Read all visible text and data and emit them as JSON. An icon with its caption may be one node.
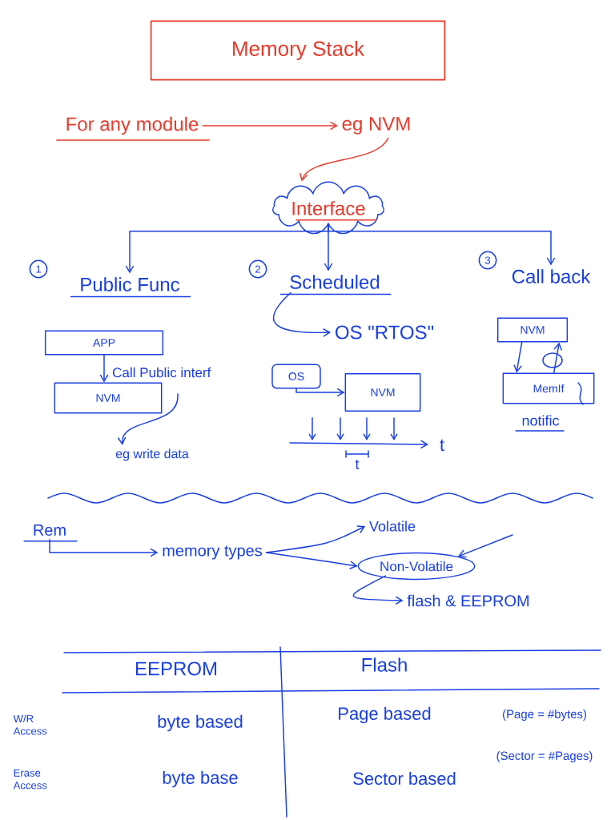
{
  "diagram": {
    "nodes": [
      {
        "text": [
          "Memory Stack"
        ]
      },
      {
        "text": [
          "For any module"
        ]
      },
      {
        "text": [
          "eg NVM"
        ]
      },
      {
        "text": [
          "Interface"
        ]
      },
      {
        "text": [
          "Public Func"
        ],
        "beside": [
          "1"
        ]
      },
      {
        "text": [
          "Scheduled"
        ],
        "beside": [
          "2"
        ]
      },
      {
        "text": [
          "Call back"
        ],
        "beside": [
          "3"
        ]
      },
      {
        "text": [
          "APP"
        ]
      },
      {
        "text": [
          "NVM"
        ]
      },
      {
        "text": [
          "eg write data"
        ]
      },
      {
        "text": [
          "OS \"RTOS\""
        ]
      },
      {
        "text": [
          "OS"
        ]
      },
      {
        "text": [
          "NVM"
        ]
      },
      {
        "text": [
          "NVM"
        ]
      },
      {
        "text": [
          "MemIf"
        ],
        "beside": [
          "notific"
        ]
      },
      {
        "text": [
          "Rem"
        ]
      },
      {
        "text": [
          "memory types"
        ]
      },
      {
        "text": [
          "Volatile"
        ]
      },
      {
        "text": [
          "Non-Volatile"
        ]
      },
      {
        "text": [
          "flash & EEPROM"
        ]
      }
    ],
    "edges": [
      {
        "from": 1,
        "to": 2,
        "arrow": "to",
        "color": "#e53b2c"
      },
      {
        "from": 2,
        "to": 3,
        "arrow": "to",
        "color": "#e53b2c"
      },
      {
        "from": 3,
        "to": 4,
        "arrow": "to"
      },
      {
        "from": 3,
        "to": 5,
        "arrow": "to"
      },
      {
        "from": 3,
        "to": 6,
        "arrow": "to"
      },
      {
        "from": 7,
        "to": 8,
        "arrow": "to",
        "label": "Call Public interf"
      },
      {
        "from": null,
        "to": 9,
        "arrow": "to"
      },
      {
        "from": 5,
        "to": 10,
        "arrow": "to"
      },
      {
        "from": 11,
        "to": 12,
        "arrow": "to"
      },
      {
        "from": 13,
        "to": 14,
        "arrow": "to"
      },
      {
        "from": 14,
        "to": 13,
        "arrow": "to"
      },
      {
        "from": 15,
        "to": 16,
        "arrow": "to"
      },
      {
        "from": 16,
        "to": 17,
        "arrow": "to"
      },
      {
        "from": 16,
        "to": 18,
        "arrow": "to"
      },
      {
        "from": 18,
        "to": 19,
        "arrow": "to"
      },
      {
        "from": null,
        "to": 18,
        "arrow": "to"
      }
    ],
    "labels": [
      "t",
      "t",
      "EEPROM",
      "Flash",
      "W/R Access",
      "byte based",
      "Page based",
      "(Page = #bytes)",
      "(Sector = #Pages)",
      "Erase Access",
      "byte base",
      "Sector based"
    ]
  }
}
